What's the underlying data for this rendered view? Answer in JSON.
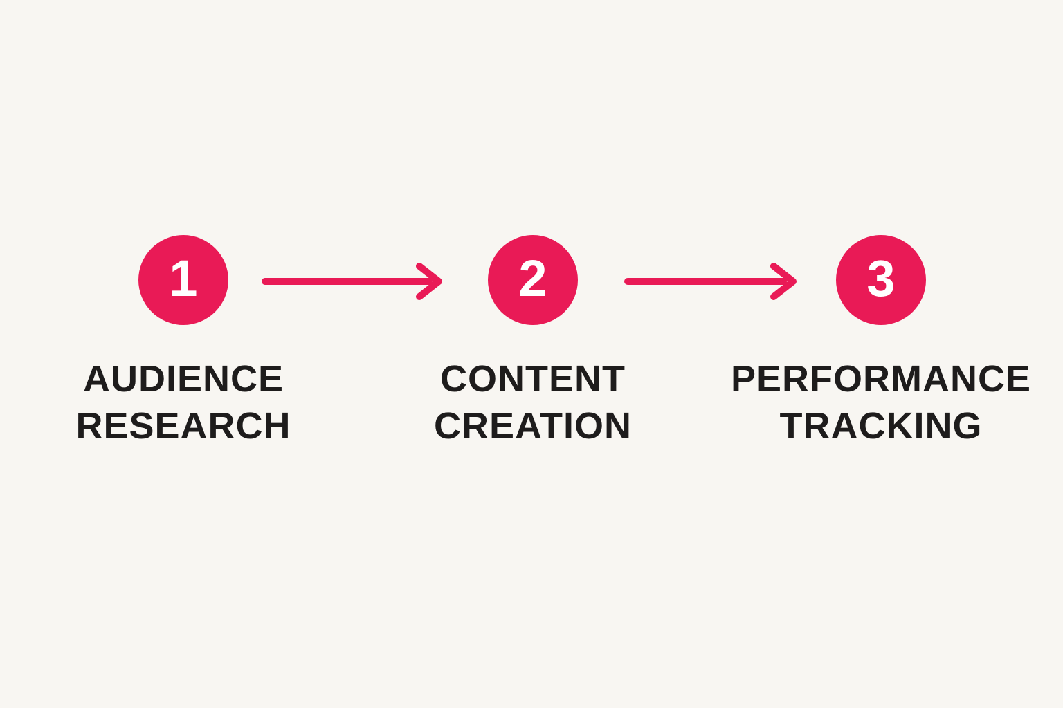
{
  "diagram": {
    "colors": {
      "background": "#f8f6f2",
      "accent": "#e91a56",
      "ink": "#1e1c1c",
      "number_text": "#ffffff"
    },
    "icons": {
      "flow_arrow": "right-arrow-chevron"
    },
    "steps": [
      {
        "number": "1",
        "label_line1": "AUDIENCE",
        "label_line2": "RESEARCH"
      },
      {
        "number": "2",
        "label_line1": "CONTENT",
        "label_line2": "CREATION"
      },
      {
        "number": "3",
        "label_line1": "PERFORMANCE",
        "label_line2": "TRACKING"
      }
    ]
  }
}
